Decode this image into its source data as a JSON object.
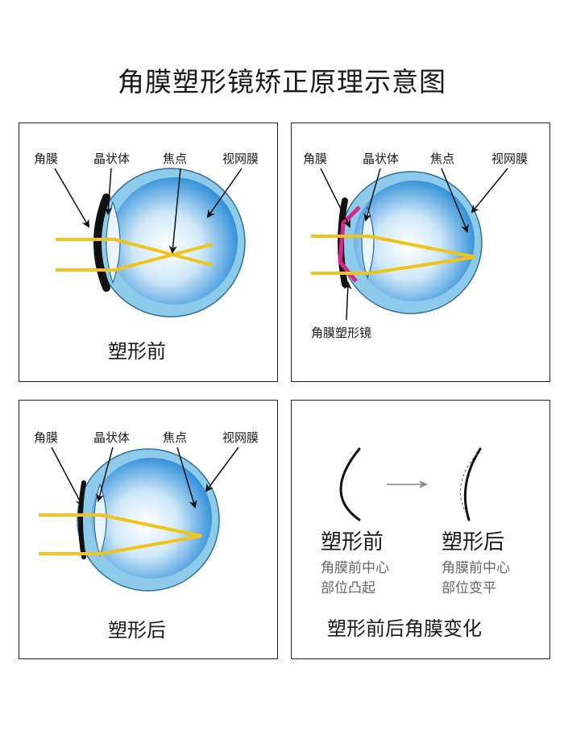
{
  "title": "角膜塑形镜矫正原理示意图",
  "labels": {
    "cornea": "角膜",
    "lens": "晶状体",
    "focus": "焦点",
    "retina": "视网膜",
    "ortho_lens": "角膜塑形镜"
  },
  "panels": {
    "before": {
      "caption": "塑形前"
    },
    "with_lens": {},
    "after": {
      "caption": "塑形后"
    },
    "comparison": {
      "before_title": "塑形前",
      "before_desc_1": "角膜前中心",
      "before_desc_2": "部位凸起",
      "after_title": "塑形后",
      "after_desc_1": "角膜前中心",
      "after_desc_2": "部位变平",
      "caption": "塑形前后角膜变化"
    }
  },
  "colors": {
    "light_ray": "#f0c419",
    "eye_outer": "#8ecbea",
    "eye_inner": "#2a8fd8",
    "ortho_lens": "#d6268c",
    "cornea": "#111111",
    "arrow": "#888888"
  },
  "icons": [
    "eyeball-diagram",
    "arrow-right-icon"
  ]
}
